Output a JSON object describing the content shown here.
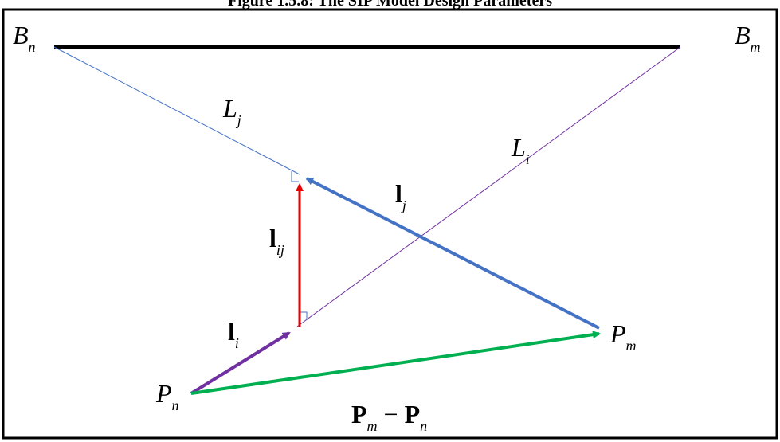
{
  "title": "Figure 1.5.8: The SIP Model Design Parameters",
  "colors": {
    "frame": "#000000",
    "base_line": "#000000",
    "line_lj": "#4472c4",
    "line_li": "#7030a0",
    "vector_lj": "#4472c4",
    "vector_li": "#7030a0",
    "vector_lij": "#e60000",
    "vector_pm_pn": "#00b050"
  },
  "labels": {
    "bn": {
      "main": "B",
      "sub": "n"
    },
    "bm": {
      "main": "B",
      "sub": "m"
    },
    "big_lj": {
      "main": "L",
      "sub": "j"
    },
    "big_li": {
      "main": "L",
      "sub": "i"
    },
    "small_lj": {
      "main": "l",
      "sub": "j"
    },
    "small_lij": {
      "main": "l",
      "sub": "ij"
    },
    "small_li": {
      "main": "l",
      "sub": "i"
    },
    "pn": {
      "main": "P",
      "sub": "n"
    },
    "pm": {
      "main": "P",
      "sub": "m"
    },
    "diff": {
      "a_main": "P",
      "a_sub": "m",
      "op": "−",
      "b_main": "P",
      "b_sub": "n"
    }
  }
}
